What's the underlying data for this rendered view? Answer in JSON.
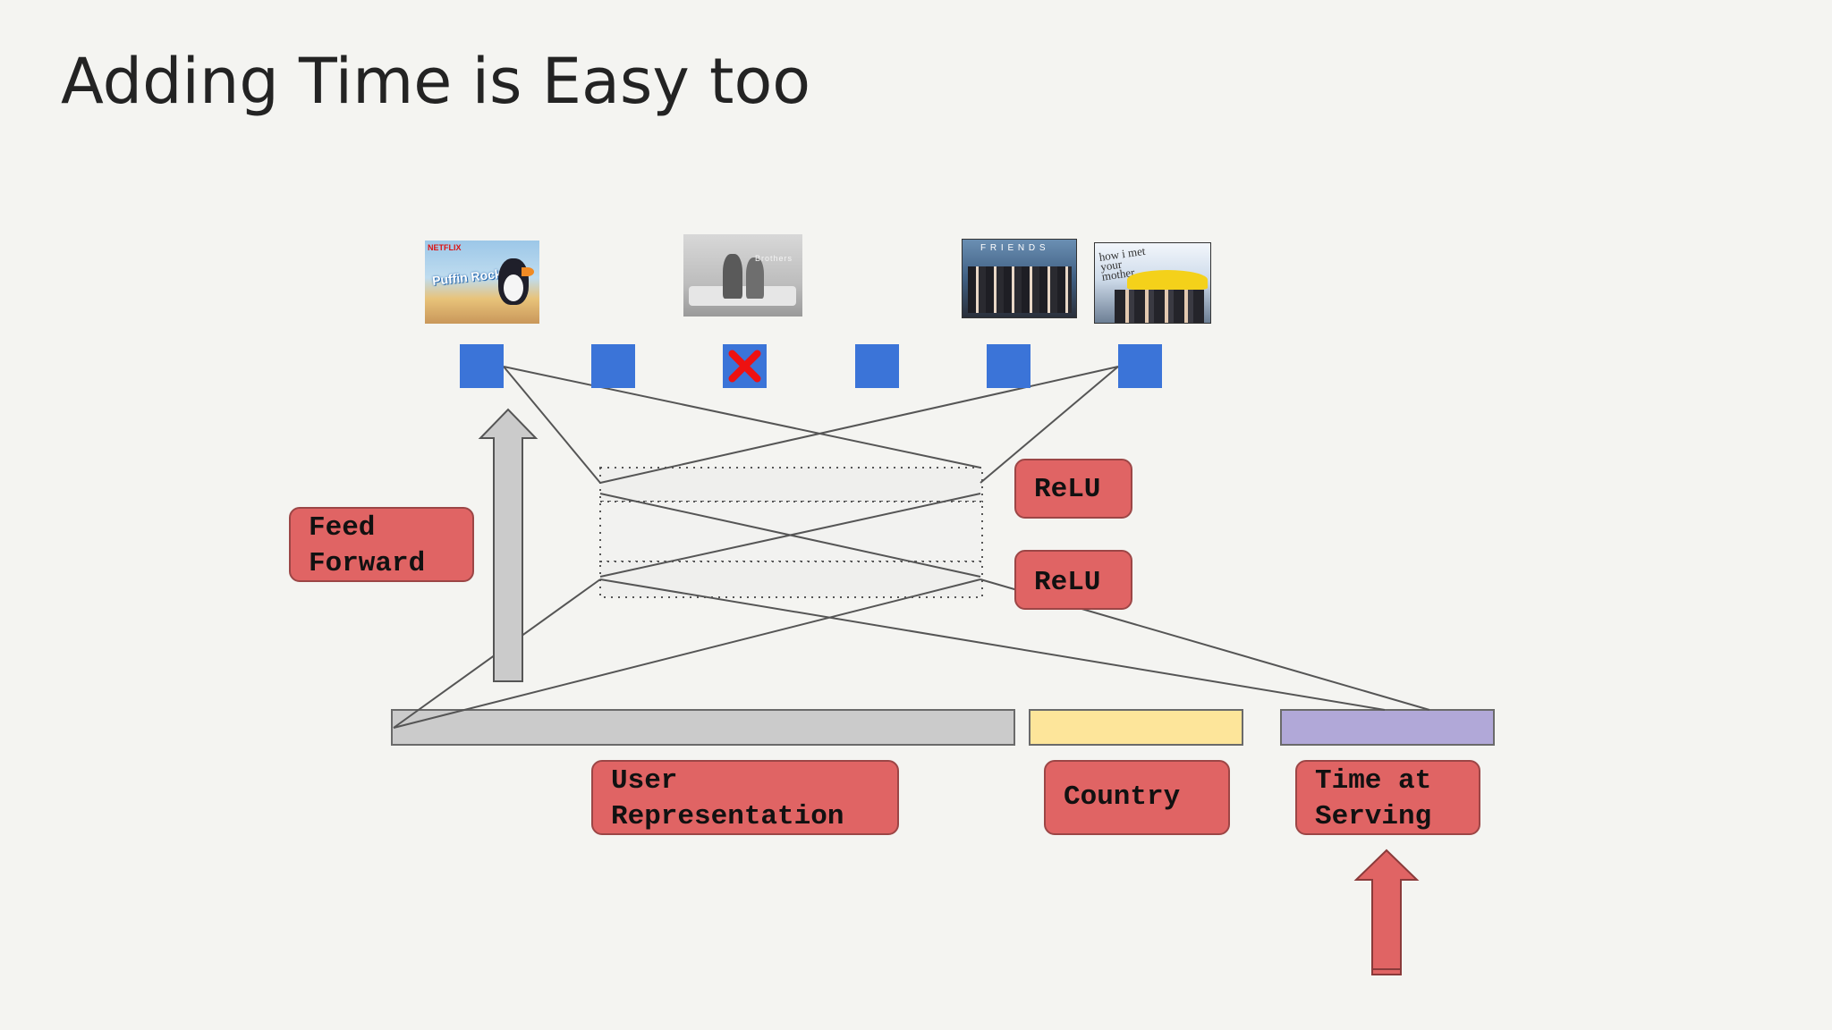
{
  "slide": {
    "title": "Adding Time is Easy too"
  },
  "labels": {
    "feed_forward": "Feed\nForward",
    "relu_top": "ReLU",
    "relu_bottom": "ReLU",
    "user_representation": "User\nRepresentation",
    "country": "Country",
    "time_at_serving": "Time at\nServing"
  },
  "thumbnails": [
    {
      "show": "Puffin Rock",
      "brand": "NETFLIX"
    },
    {
      "show": "Brothers"
    },
    {
      "show": "Friends",
      "caption": "F R I E N D S"
    },
    {
      "show": "How I Met Your Mother",
      "caption": "how i met your mother"
    }
  ],
  "output_units": [
    {
      "state": "positive"
    },
    {
      "state": "positive"
    },
    {
      "state": "negative"
    },
    {
      "state": "positive"
    },
    {
      "state": "positive"
    },
    {
      "state": "positive"
    }
  ],
  "input_segments": [
    {
      "name": "user-representation",
      "color": "#cbcbcb"
    },
    {
      "name": "country",
      "color": "#fde59a"
    },
    {
      "name": "time-at-serving",
      "color": "#b1a8d8"
    }
  ],
  "colors": {
    "output_unit": "#3b74d8",
    "negative_mark": "#ee1111",
    "label_fill": "#e06464",
    "feed_forward_arrow": "#cbcbcb",
    "time_arrow": "#e06464"
  }
}
